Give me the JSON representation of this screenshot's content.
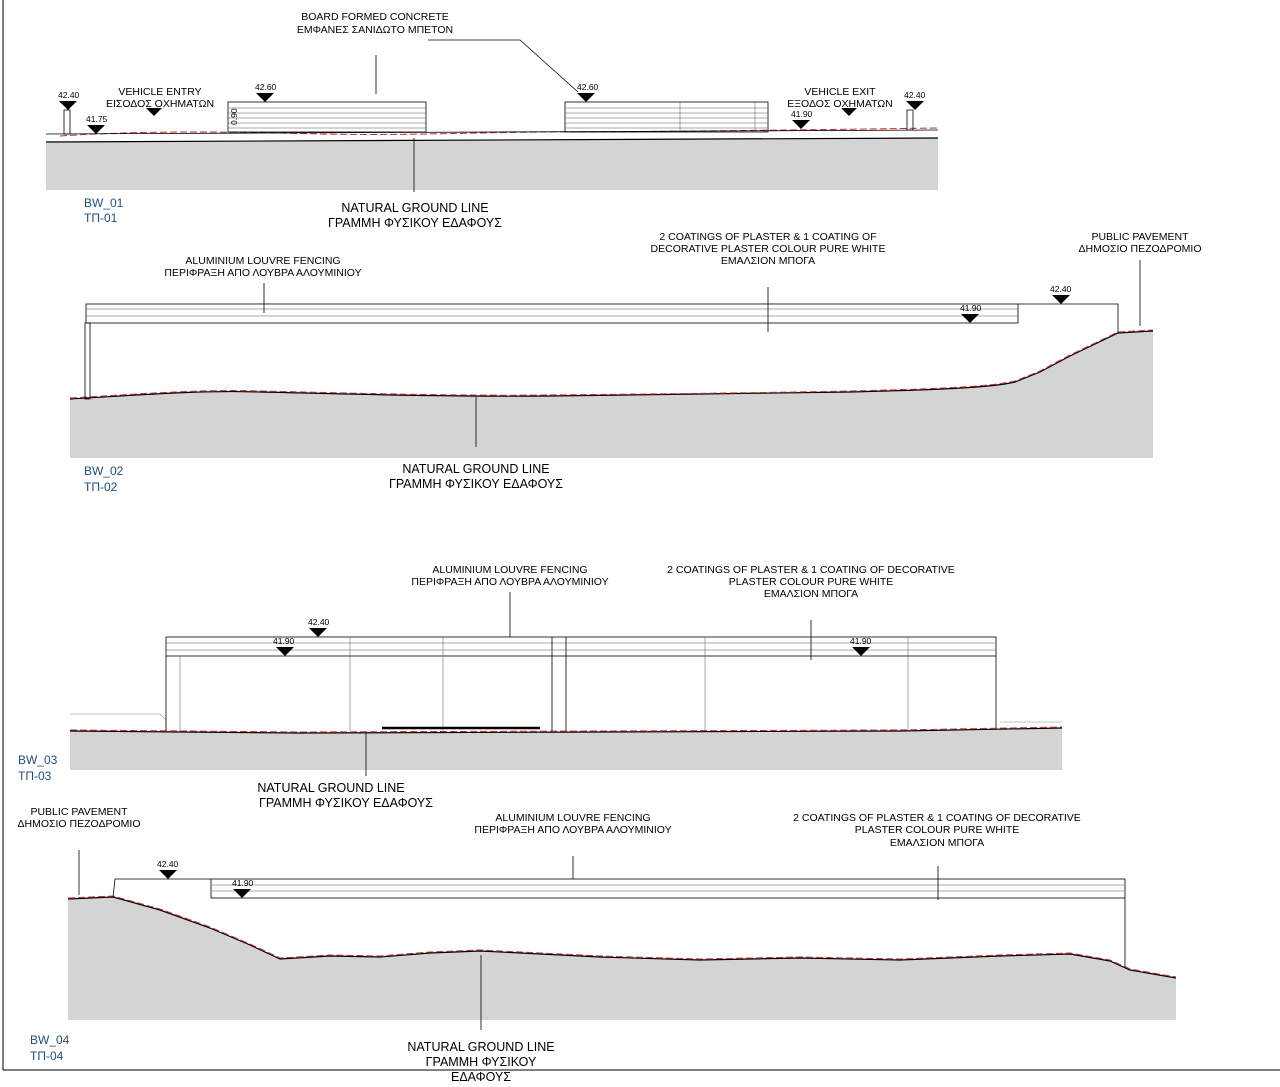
{
  "section_1": {
    "code_en": "BW_01",
    "code_gr": "ΤΠ-01",
    "concrete_label_en": "BOARD FORMED CONCRETE",
    "concrete_label_gr": "ΕΜΦΑΝΕΣ ΣΑΝΙΔΩΤΟ ΜΠΕΤΟΝ",
    "entry_label_en": "VEHICLE ENTRY",
    "entry_label_gr": "ΕΙΣΟΔΟΣ ΟΧΗΜΑΤΩΝ",
    "exit_label_en": "VEHICLE EXIT",
    "exit_label_gr": "ΕΞΟΔΟΣ ΟΧΗΜΑΤΩΝ",
    "ground_label_en": "NATURAL GROUND LINE",
    "ground_label_gr": "ΓΡΑΜΜΗ ΦΥΣΙΚΟΥ ΕΔΑΦΟΥΣ",
    "dimension": "0.90",
    "elevations": {
      "left": "42.40",
      "entry": "41.75",
      "wall_left": "42.60",
      "wall_right": "42.60",
      "exit": "41.90",
      "right": "42.40"
    }
  },
  "section_2": {
    "code_en": "BW_02",
    "code_gr": "ΤΠ-02",
    "louvre_label_en": "ALUMINIUM LOUVRE FENCING",
    "louvre_label_gr": "ΠΕΡΙΦΡΑΞΗ ΑΠΟ ΛΟΥΒΡΑ ΑΛΟΥΜΙΝΙΟΥ",
    "plaster_label_line1": "2 COATINGS OF PLASTER & 1 COATING OF",
    "plaster_label_line2": "DECORATIVE PLASTER COLOUR PURE WHITE",
    "plaster_label_gr": "ΕΜΑΛΣΙΟΝ ΜΠΟΓΑ",
    "pavement_label_en": "PUBLIC PAVEMENT",
    "pavement_label_gr": "ΔΗΜΟΣΙΟ ΠΕΖΟΔΡΟΜΙΟ",
    "ground_label_en": "NATURAL GROUND LINE",
    "ground_label_gr": "ΓΡΑΜΜΗ ΦΥΣΙΚΟΥ ΕΔΑΦΟΥΣ",
    "elevations": {
      "wall_top": "41.90",
      "pavement": "42.40"
    }
  },
  "section_3": {
    "code_en": "BW_03",
    "code_gr": "ΤΠ-03",
    "louvre_label_en": "ALUMINIUM LOUVRE FENCING",
    "louvre_label_gr": "ΠΕΡΙΦΡΑΞΗ ΑΠΟ ΛΟΥΒΡΑ ΑΛΟΥΜΙΝΙΟΥ",
    "plaster_label_line1": "2 COATINGS OF PLASTER & 1 COATING OF DECORATIVE",
    "plaster_label_line2": "PLASTER COLOUR PURE WHITE",
    "plaster_label_gr": "ΕΜΑΛΣΙΟΝ ΜΠΟΓΑ",
    "ground_label_en": "NATURAL GROUND LINE",
    "ground_label_gr": "ΓΡΑΜΜΗ ΦΥΣΙΚΟΥ ΕΔΑΦΟΥΣ",
    "elevations": {
      "left_wall": "41.90",
      "top": "42.40",
      "right_wall": "41.90"
    }
  },
  "section_4": {
    "code_en": "BW_04",
    "code_gr": "ΤΠ-04",
    "pavement_label_en": "PUBLIC PAVEMENT",
    "pavement_label_gr": "ΔΗΜΟΣΙΟ ΠΕΖΟΔΡΟΜΙΟ",
    "louvre_label_en": "ALUMINIUM LOUVRE FENCING",
    "louvre_label_gr": "ΠΕΡΙΦΡΑΞΗ ΑΠΟ ΛΟΥΒΡΑ ΑΛΟΥΜΙΝΙΟΥ",
    "plaster_label_line1": "2 COATINGS OF PLASTER & 1 COATING OF DECORATIVE",
    "plaster_label_line2": "PLASTER COLOUR PURE WHITE",
    "plaster_label_gr": "ΕΜΑΛΣΙΟΝ ΜΠΟΓΑ",
    "ground_label_en": "NATURAL GROUND LINE",
    "ground_label_gr_line1": "ΓΡΑΜΜΗ ΦΥΣΙΚΟΥ",
    "ground_label_gr_line2": "ΕΔΑΦΟΥΣ",
    "elevations": {
      "pavement": "42.40",
      "wall_top": "41.90"
    }
  }
}
